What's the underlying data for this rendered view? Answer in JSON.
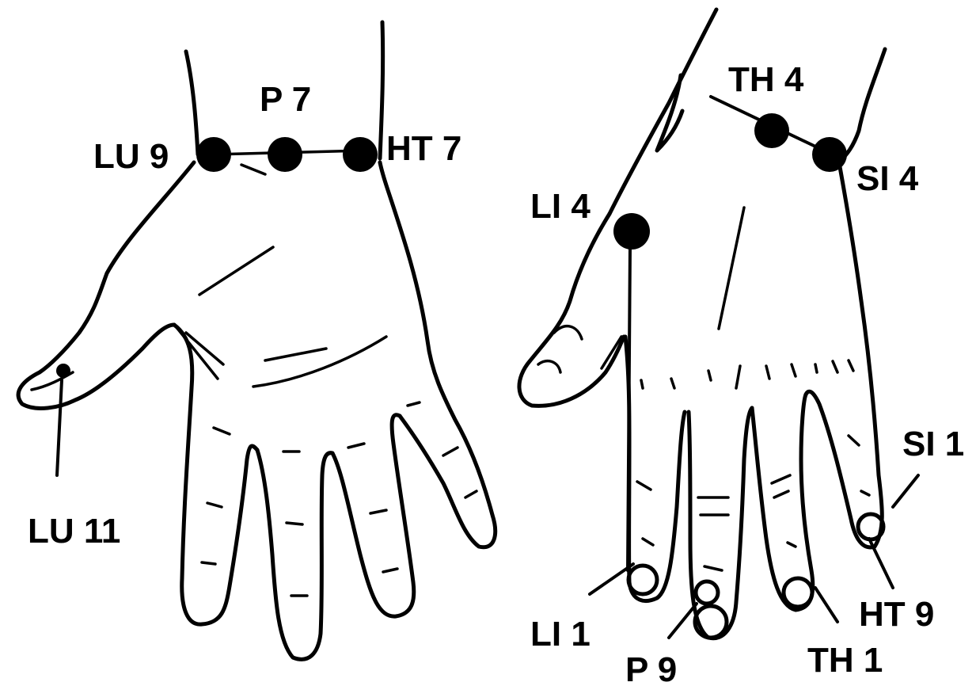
{
  "labels": {
    "p7": "P 7",
    "lu9": "LU 9",
    "ht7": "HT 7",
    "lu11": "LU 11",
    "th4": "TH 4",
    "si4": "SI 4",
    "li4": "LI 4",
    "si1": "SI 1",
    "li1": "LI 1",
    "ht9": "HT 9",
    "p9": "P 9",
    "th1": "TH 1"
  }
}
